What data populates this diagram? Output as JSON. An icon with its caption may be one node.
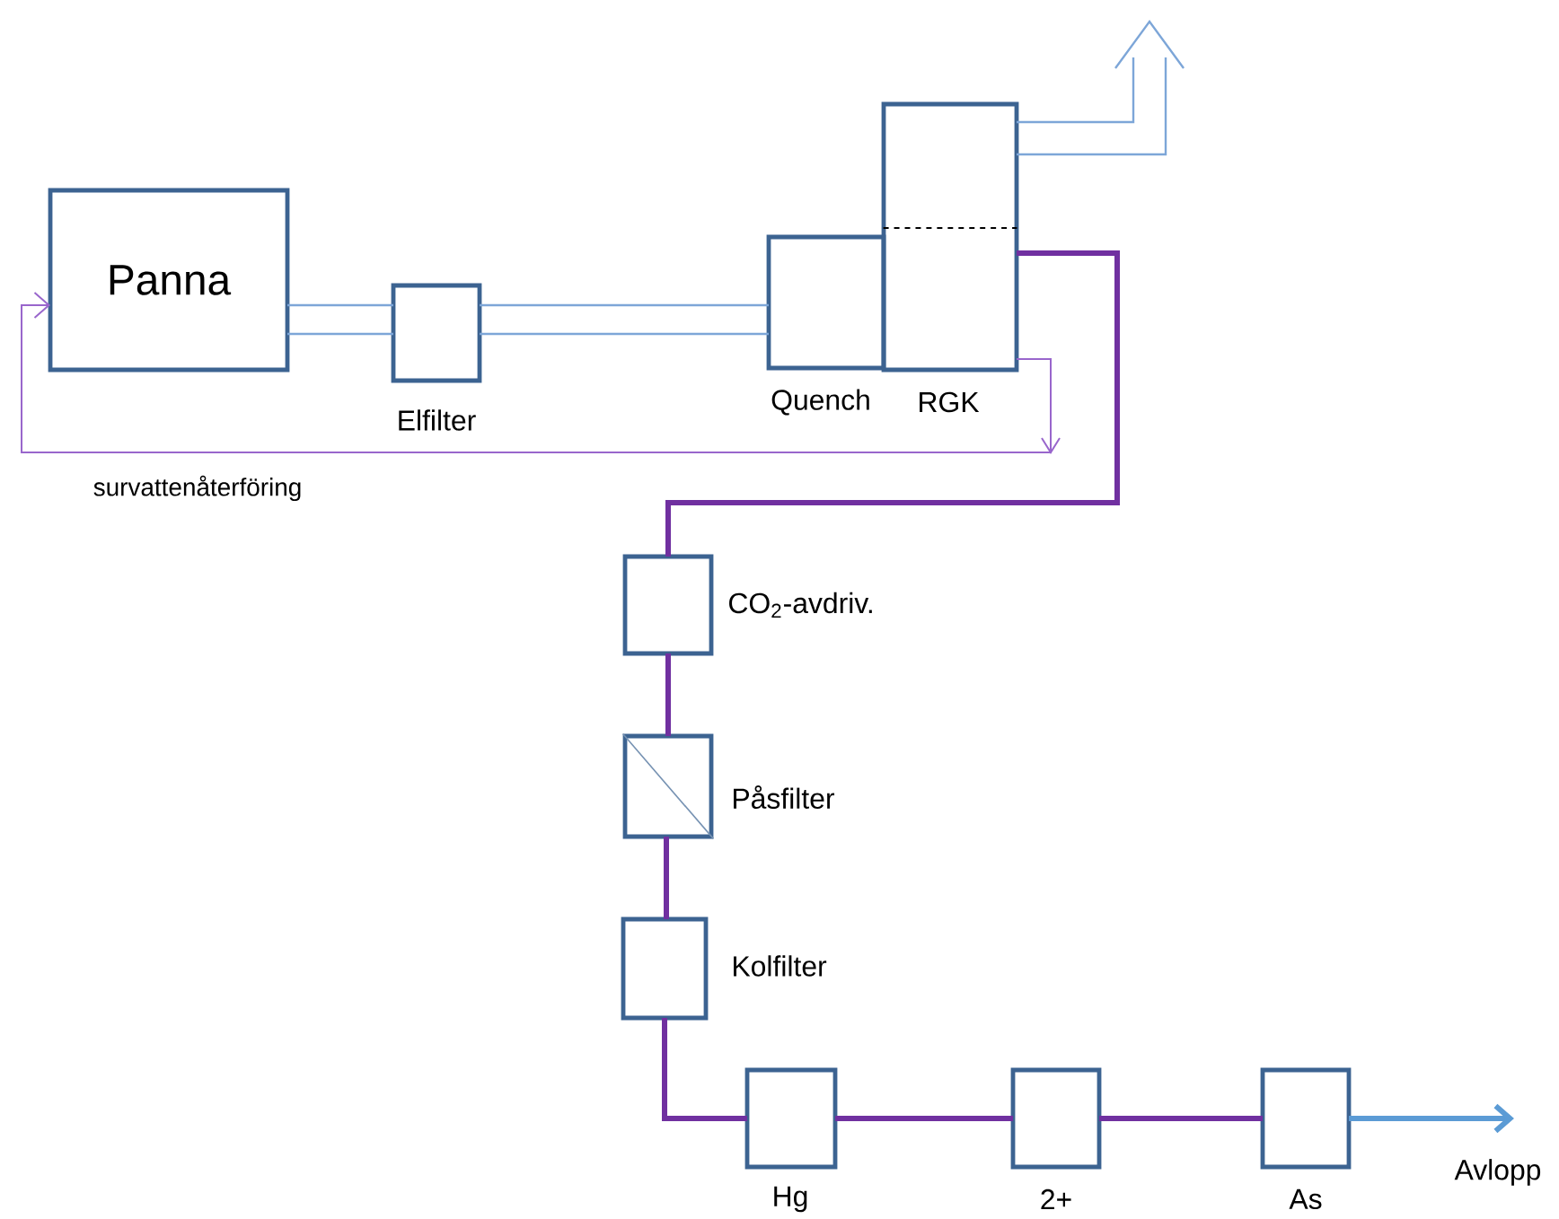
{
  "diagram": {
    "nodes": [
      {
        "text": [
          "Panna"
        ]
      },
      {
        "text": [],
        "shape": "box",
        "beside": [
          "Elfilter"
        ]
      },
      {
        "text": [],
        "shape": "box",
        "beside": [
          "Quench"
        ]
      },
      {
        "text": [],
        "shape": "box",
        "beside": [
          "RGK"
        ]
      },
      {
        "text": [],
        "shape": "box",
        "beside": [
          "CO$_{2}$-avdriv."
        ]
      },
      {
        "text": [],
        "shape": "box",
        "beside": [
          "Påsfilter"
        ]
      },
      {
        "text": [],
        "shape": "box",
        "beside": [
          "Kolfilter"
        ]
      },
      {
        "text": [],
        "shape": "box",
        "beside": [
          "Hg"
        ]
      },
      {
        "text": [],
        "shape": "box",
        "beside": [
          "2+"
        ]
      },
      {
        "text": [],
        "shape": "box",
        "beside": [
          "As"
        ]
      },
      {
        "text": [
          "Avlopp"
        ]
      }
    ],
    "edges": [
      {
        "from": 0,
        "to": 1,
        "arrow": "none",
        "color": "#7da6d8"
      },
      {
        "from": 1,
        "to": 2,
        "arrow": "none",
        "color": "#7da6d8"
      },
      {
        "from": 3,
        "to": null,
        "arrow": "to",
        "color": "#7da6d8"
      },
      {
        "from": 3,
        "to": 0,
        "arrow": "to",
        "color": "#9966cc",
        "label": "survattenåterföring"
      },
      {
        "from": 3,
        "to": 4,
        "arrow": "none"
      },
      {
        "from": 4,
        "to": 5,
        "arrow": "none"
      },
      {
        "from": 5,
        "to": 6,
        "arrow": "none"
      },
      {
        "from": 6,
        "to": 7,
        "arrow": "none"
      },
      {
        "from": 7,
        "to": 8,
        "arrow": "none"
      },
      {
        "from": 8,
        "to": 9,
        "arrow": "none"
      },
      {
        "from": 9,
        "to": 10,
        "arrow": "to",
        "color": "#5b9bd5"
      }
    ]
  }
}
